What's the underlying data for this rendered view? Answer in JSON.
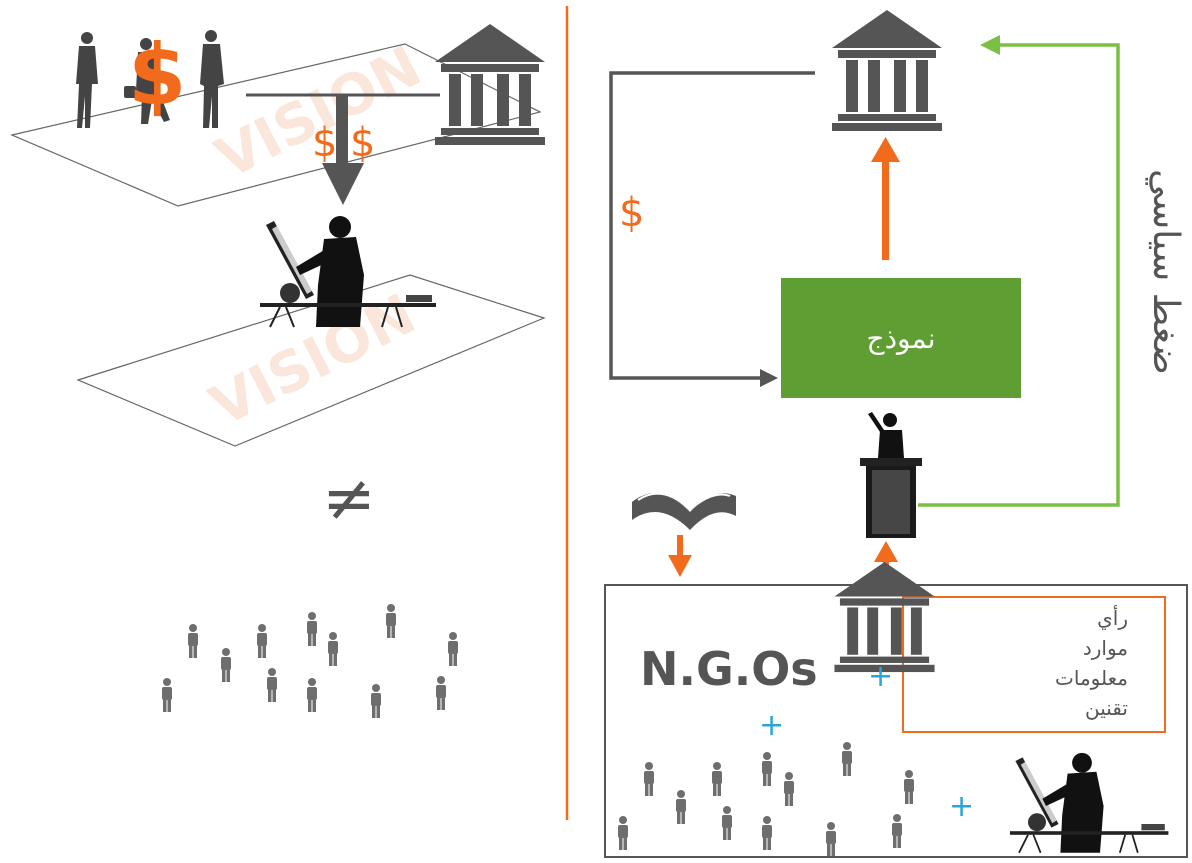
{
  "colors": {
    "orange": "#F26B1D",
    "green_box": "#5E9E32",
    "green_line": "#7AC143",
    "gray": "#555555",
    "blue_plus": "#29A3D8",
    "watermark": "#F6C8AE"
  },
  "left_panel": {
    "dollar_big": "$",
    "dollar_small_1": "$",
    "dollar_small_2": "$",
    "watermark_text": "VISION",
    "not_equal_symbol": "≠"
  },
  "right_panel": {
    "dollar_label": "$",
    "model_label": "نموذج",
    "pressure_label": "ضغط سياسي",
    "ngo_label": "N.G.Os",
    "plus": "+",
    "resources_list": [
      "رأي",
      "موارد",
      "معلومات",
      "تقنين"
    ]
  },
  "icons": [
    "bank-icon",
    "businessmen-icon",
    "engineer-icon",
    "person-icon",
    "book-icon",
    "speaker-podium-icon"
  ]
}
